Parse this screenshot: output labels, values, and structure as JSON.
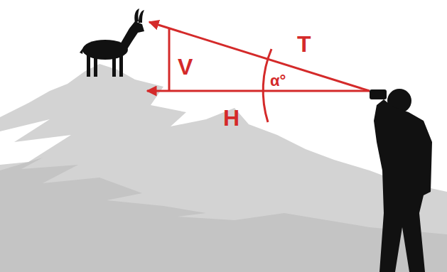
{
  "diagram": {
    "labels": [
      "T",
      "V",
      "α°",
      "H"
    ]
  }
}
